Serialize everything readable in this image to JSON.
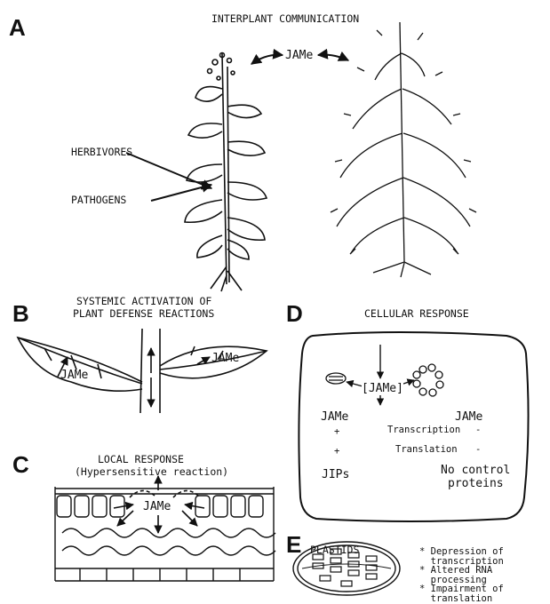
{
  "panels": {
    "A": {
      "letter": "A",
      "title": "INTERPLANT COMMUNICATION",
      "jame": "JAMe",
      "herbivores": "HERBIVORES",
      "pathogens": "PATHOGENS"
    },
    "B": {
      "letter": "B",
      "title_line1": "SYSTEMIC ACTIVATION OF",
      "title_line2": "PLANT DEFENSE REACTIONS",
      "jame_left": "JAMe",
      "jame_right": "JAMe"
    },
    "C": {
      "letter": "C",
      "title_line1": "LOCAL RESPONSE",
      "title_line2": "(Hypersensitive reaction)",
      "jame": "JAMe"
    },
    "D": {
      "letter": "D",
      "title": "CELLULAR RESPONSE",
      "jame_center": "[JAMe]",
      "jame_left": "JAMe",
      "jame_right": "JAMe",
      "plus1": "+",
      "transcription": "Transcription",
      "minus1": "-",
      "plus2": "+",
      "translation": "Translation",
      "minus2": "-",
      "jips": "JIPs",
      "no_control_1": "No control",
      "no_control_2": "proteins"
    },
    "E": {
      "letter": "E",
      "title": "PLASTIDS",
      "effects": [
        "* Depression of",
        "  transcription",
        "* Altered RNA",
        "  processing",
        "* Impairment of",
        "  translation"
      ]
    }
  }
}
